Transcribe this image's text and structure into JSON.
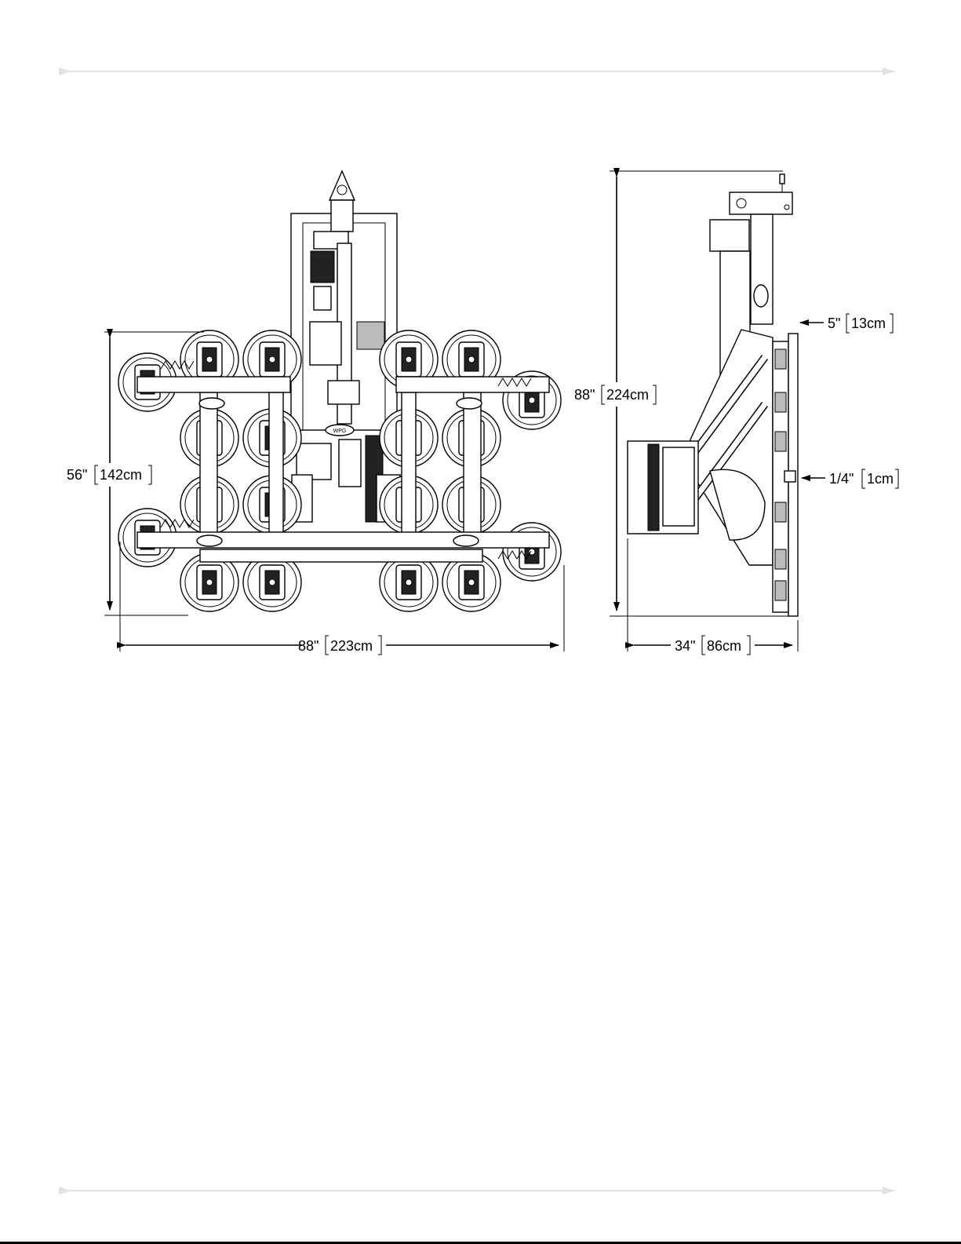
{
  "front_view": {
    "width_label": "88\"",
    "width_metric": "223cm",
    "height_label": "56\"",
    "height_metric": "142cm"
  },
  "side_view": {
    "height_label": "88\"",
    "height_metric": "224cm",
    "depth_label": "34\"",
    "depth_metric": "86cm",
    "pad_offset_label": "5\"",
    "pad_offset_metric": "13cm",
    "pad_thickness_label": "1/4\"",
    "pad_thickness_metric": "1cm"
  },
  "logo_text": "WPG",
  "colors": {
    "line": "#000000",
    "guide": "#e2e2e2",
    "background": "#ffffff"
  }
}
